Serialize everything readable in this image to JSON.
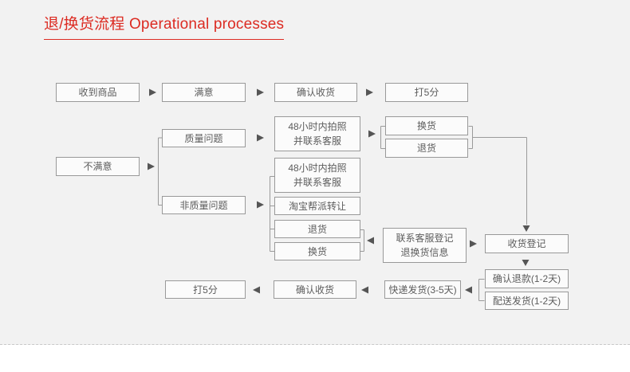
{
  "title": {
    "text": "退/换货流程 Operational processes"
  },
  "colors": {
    "accent_red": "#dc2b22",
    "background_gray": "#f2f2f2",
    "divider_dashed": "#c9c9c9",
    "node_border": "#999999",
    "node_text": "#5c5c5c",
    "connector_line": "#9a9a9a",
    "arrow": "#555555"
  },
  "flowchart": {
    "nodes": {
      "receive-goods": "收到商品",
      "satisfied": "满意",
      "confirm-receipt-top": "确认收货",
      "rate-five-top": "打5分",
      "unsatisfied": "不满意",
      "quality-issue": "质量问题",
      "non-quality-issue": "非质量问题",
      "photo-48h-quality": "48小时内拍照\n并联系客服",
      "exchange-quality": "换货",
      "return-quality": "退货",
      "photo-48h-nonquality": "48小时内拍照\n并联系客服",
      "taobao-transfer": "淘宝帮派转让",
      "return-nonquality": "退货",
      "exchange-nonquality": "换货",
      "contact-service-register": "联系客服登记\n退换货信息",
      "receipt-registration": "收货登记",
      "confirm-refund": "确认退款(1-2天)",
      "dispatch-delivery": "配送发货(1-2天)",
      "express-delivery": "快递发货(3-5天)",
      "confirm-receipt-bottom": "确认收货",
      "rate-five-bottom": "打5分"
    }
  }
}
